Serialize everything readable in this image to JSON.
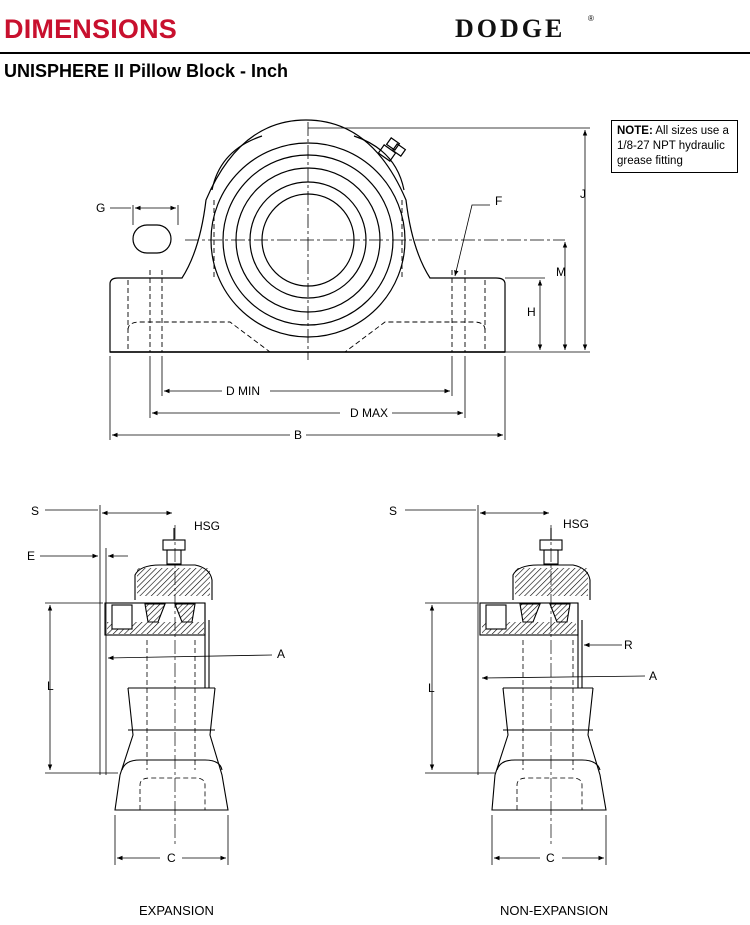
{
  "header": {
    "title": "DIMENSIONS",
    "logo_text": "DODGE",
    "logo_mark": "®",
    "subtitle": "UNISPHERE II Pillow Block - Inch"
  },
  "note": {
    "label": "NOTE:",
    "text": "All sizes use a 1/8-27 NPT hydraulic grease fitting"
  },
  "front_view": {
    "labels": {
      "g": "G",
      "f": "F",
      "j": "J",
      "m": "M",
      "h": "H",
      "d_min": "D MIN",
      "d_max": "D MAX",
      "b": "B"
    }
  },
  "expansion_view": {
    "caption": "EXPANSION",
    "labels": {
      "s": "S",
      "hsg": "HSG",
      "e": "E",
      "a": "A",
      "l": "L",
      "c": "C"
    }
  },
  "non_expansion_view": {
    "caption": "NON-EXPANSION",
    "labels": {
      "s": "S",
      "hsg": "HSG",
      "r": "R",
      "a": "A",
      "l": "L",
      "c": "C"
    }
  }
}
